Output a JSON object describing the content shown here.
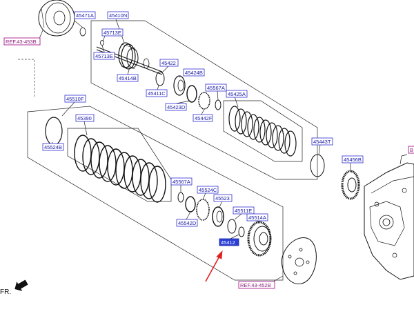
{
  "labels": {
    "l45471A": "45471A",
    "l45410N": "45410N",
    "l45713E_a": "45713E",
    "l45713E_b": "45713E",
    "l45414B": "45414B",
    "l45422": "45422",
    "l45411C": "45411C",
    "l45424B": "45424B",
    "l45423D": "45423D",
    "l45567A_a": "45567A",
    "l45442F": "45442F",
    "l45425A": "45425A",
    "l45443T": "45443T",
    "l45456B": "45456B",
    "l45510F": "45510F",
    "l45390": "45390",
    "l45524B": "45524B",
    "l45567A_b": "45567A",
    "l45524C": "45524C",
    "l45523": "45523",
    "l45542D": "45542D",
    "l45511E": "45511E",
    "l45514A": "45514A",
    "l45412": "45412",
    "edge": "B"
  },
  "refs": {
    "top": "REF.43-453B",
    "bottom": "REF.43-452B"
  },
  "direction": "FR.",
  "colors": {
    "label_text": "#1a1aa8",
    "label_border": "#2b2bd0",
    "ref_border": "#b0309a",
    "selected_fill": "#2a3fd6",
    "arrow": "#e02020"
  }
}
